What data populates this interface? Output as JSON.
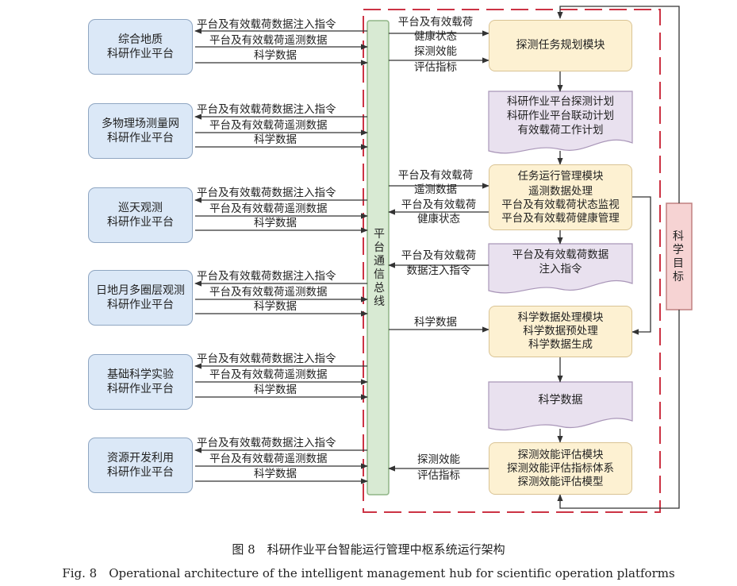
{
  "platforms": [
    {
      "line1": "综合地质",
      "line2": "科研作业平台"
    },
    {
      "line1": "多物理场测量网",
      "line2": "科研作业平台"
    },
    {
      "line1": "巡天观测",
      "line2": "科研作业平台"
    },
    {
      "line1": "日地月多圈层观测",
      "line2": "科研作业平台"
    },
    {
      "line1": "基础科学实验",
      "line2": "科研作业平台"
    },
    {
      "line1": "资源开发利用",
      "line2": "科研作业平台"
    }
  ],
  "platform_links": {
    "cmd": "平台及有效载荷数据注入指令",
    "telemetry": "平台及有效载荷遥测数据",
    "science": "科学数据"
  },
  "bus": {
    "label": "平台通信总线"
  },
  "goal": {
    "label": "科学目标"
  },
  "modules": {
    "planning": {
      "title": "探测任务规划模块"
    },
    "plans_doc": {
      "lines": [
        "科研作业平台探测计划",
        "科研作业平台联动计划",
        "有效载荷工作计划"
      ]
    },
    "ops": {
      "title": "任务运行管理模块",
      "lines": [
        "遥测数据处理",
        "平台及有效载荷状态监视",
        "平台及有效载荷健康管理"
      ]
    },
    "inject_doc": {
      "lines": [
        "平台及有效载荷数据",
        "注入指令"
      ]
    },
    "science_proc": {
      "title": "科学数据处理模块",
      "lines": [
        "科学数据预处理",
        "科学数据生成"
      ]
    },
    "science_doc": {
      "lines": [
        "科学数据"
      ]
    },
    "eval": {
      "title": "探测效能评估模块",
      "lines": [
        "探测效能评估指标体系",
        "探测效能评估模型"
      ]
    }
  },
  "bus_links": {
    "to_planning_1": "平台及有效载荷",
    "to_planning_2": "健康状态",
    "to_planning_3": "探测效能",
    "to_planning_4": "评估指标",
    "to_ops_1": "平台及有效载荷",
    "to_ops_2": "遥测数据",
    "from_ops_1": "平台及有效载荷",
    "from_ops_2": "健康状态",
    "from_inject_1": "平台及有效载荷",
    "from_inject_2": "数据注入指令",
    "to_science": "科学数据",
    "from_eval_1": "探测效能",
    "from_eval_2": "评估指标"
  },
  "caption": {
    "cn": "图 8　科研作业平台智能运行管理中枢系统运行架构",
    "en": "Fig. 8　Operational architecture of the intelligent management hub for scientific operation platforms"
  },
  "colors": {
    "platform_fill": "#dbe8f7",
    "module_fill": "#fdf1d2",
    "doc_fill": "#e9e1ef",
    "bus_fill": "#d8ead3",
    "goal_fill": "#f6d3d3",
    "dashed_border": "#cc3344"
  }
}
